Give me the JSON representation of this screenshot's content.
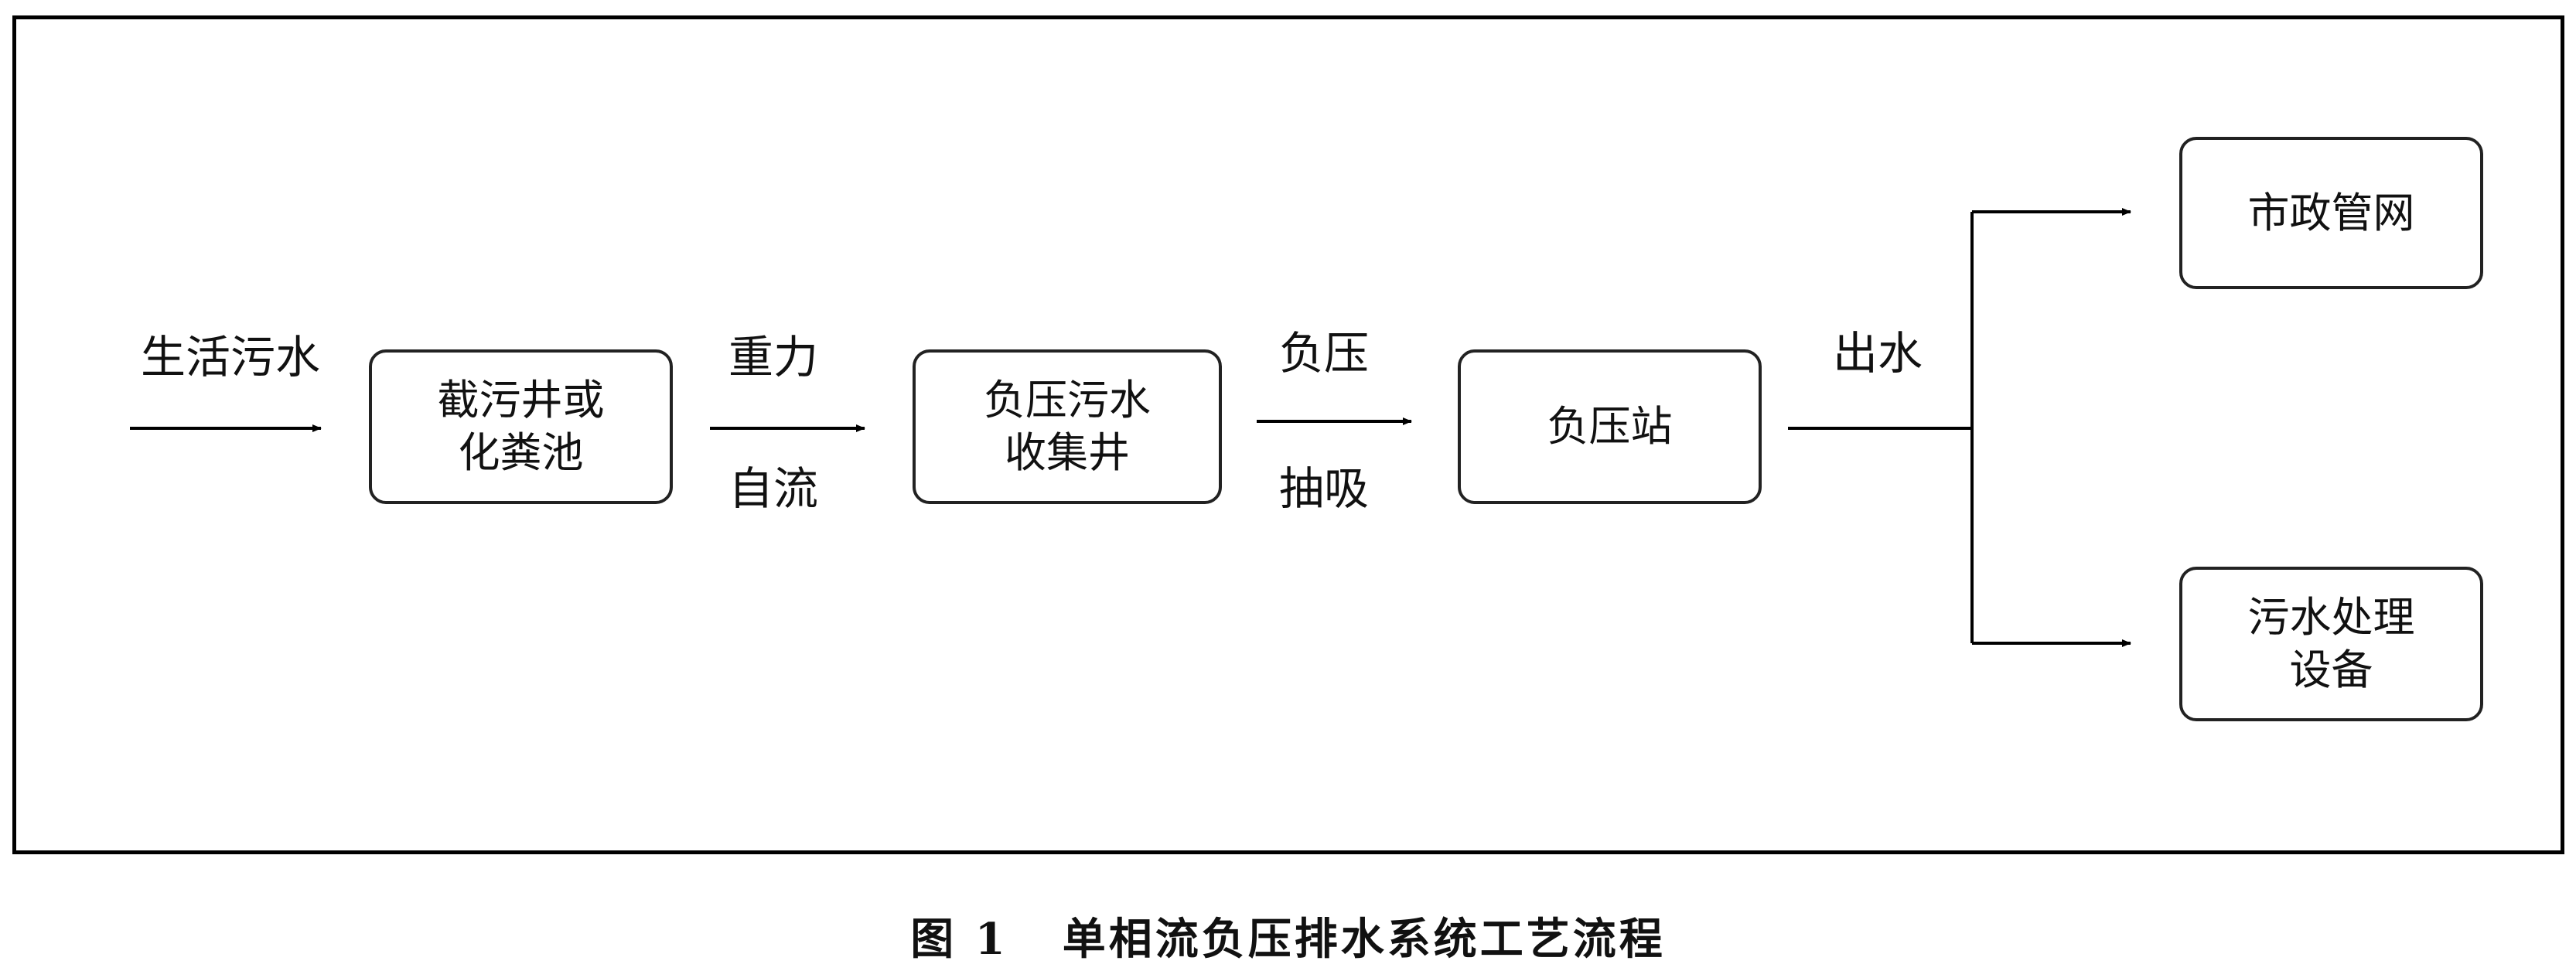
{
  "nodes": {
    "intercept_well": "截污井或\n化粪池",
    "collection_well": "负压污水\n收集井",
    "vacuum_station": "负压站",
    "municipal_network": "市政管网",
    "treatment_equipment": "污水处理\n设备"
  },
  "edges": {
    "domestic_sewage": "生活污水",
    "gravity_top": "重力",
    "gravity_bottom": "自流",
    "vacuum_top": "负压",
    "vacuum_bottom": "抽吸",
    "outflow": "出水"
  },
  "caption": {
    "number": "图 1",
    "title": "单相流负压排水系统工艺流程"
  }
}
